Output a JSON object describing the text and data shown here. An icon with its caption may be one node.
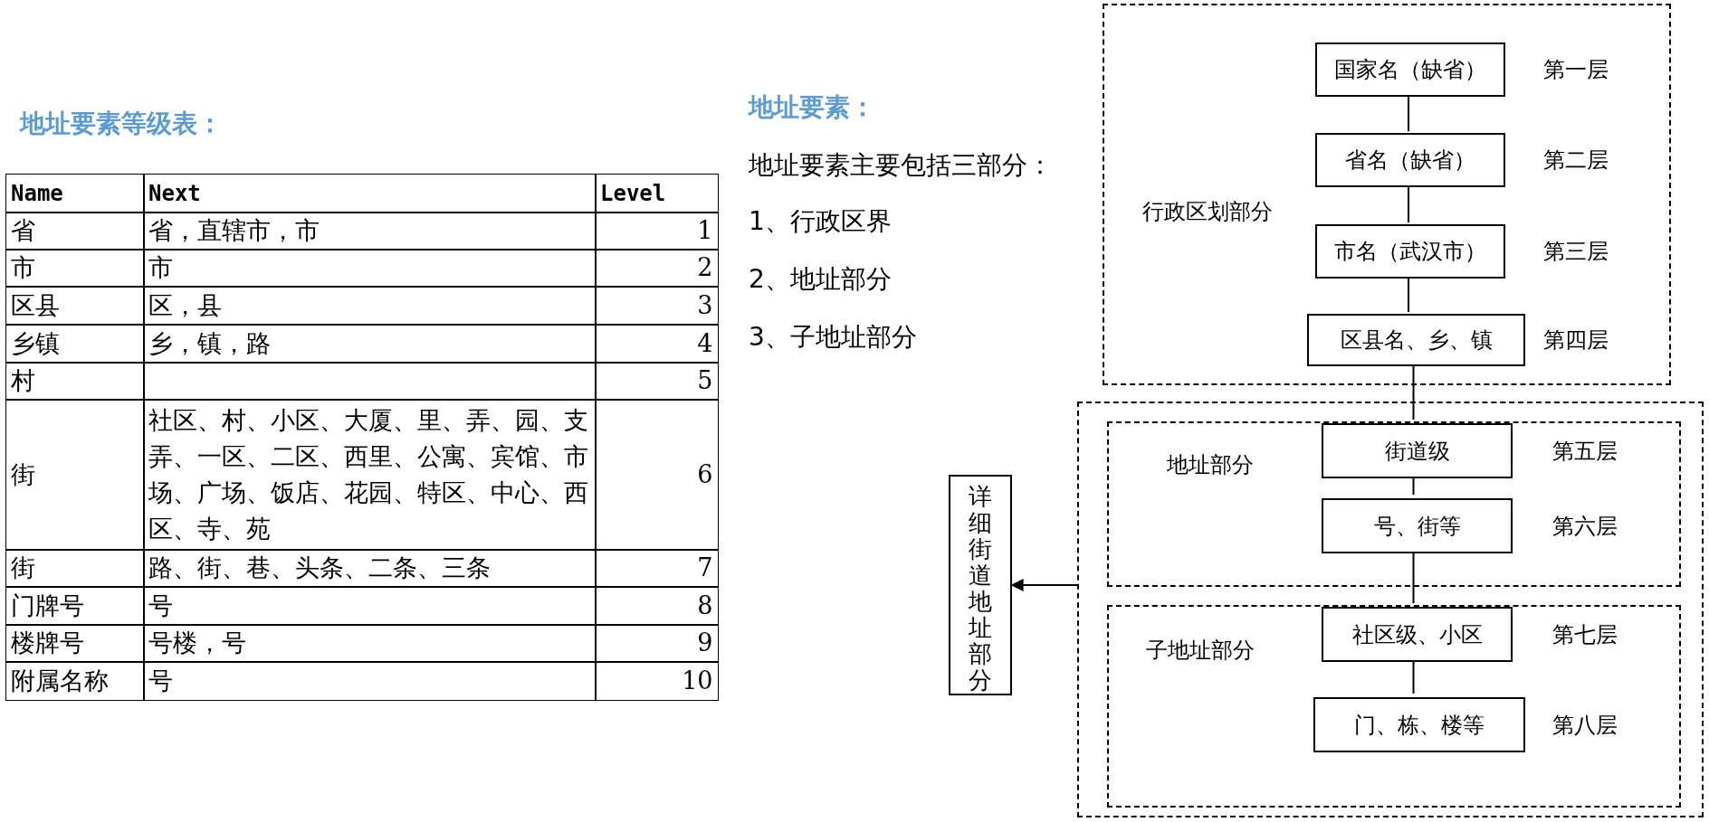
{
  "diagram": {
    "nodes": [
      {
        "text": [
          "行政区划部分"
        ]
      },
      {
        "text": [
          "国家名（缺省）"
        ],
        "in": 0,
        "beside": [
          "第一层"
        ]
      },
      {
        "text": [
          "省名（缺省）"
        ],
        "in": 0,
        "beside": [
          "第二层"
        ]
      },
      {
        "text": [
          "市名（武汉市）"
        ],
        "in": 0,
        "beside": [
          "第三层"
        ]
      },
      {
        "text": [
          "区县名、乡、镇"
        ],
        "in": 0,
        "beside": [
          "第四层"
        ]
      },
      {
        "text": [],
        "shape": "box"
      },
      {
        "text": [
          "地址部分"
        ],
        "in": 5
      },
      {
        "text": [
          "街道级"
        ],
        "in": 6,
        "beside": [
          "第五层"
        ]
      },
      {
        "text": [
          "号、街等"
        ],
        "in": 6,
        "beside": [
          "第六层"
        ]
      },
      {
        "text": [
          "子地址部分"
        ],
        "in": 5
      },
      {
        "text": [
          "社区级、小区"
        ],
        "in": 9,
        "beside": [
          "第七层"
        ]
      },
      {
        "text": [
          "门、栋、楼等"
        ],
        "in": 9,
        "beside": [
          "第八层"
        ]
      },
      {
        "text": [
          "详细街道地址部分"
        ]
      }
    ],
    "edges": [
      {
        "from": 1,
        "to": 2,
        "arrow": "none"
      },
      {
        "from": 2,
        "to": 3,
        "arrow": "none"
      },
      {
        "from": 3,
        "to": 4,
        "arrow": "none"
      },
      {
        "from": 4,
        "to": 7,
        "arrow": "none"
      },
      {
        "from": 7,
        "to": 8,
        "arrow": "none"
      },
      {
        "from": 8,
        "to": 10,
        "arrow": "none"
      },
      {
        "from": 10,
        "to": 11,
        "arrow": "none"
      },
      {
        "from": 5,
        "to": 12,
        "arrow": "to"
      }
    ],
    "labels": [
      "地址要素等级表：",
      "Name",
      "Next",
      "Level",
      "省",
      "省，直辖市，市",
      "1",
      "市",
      "市",
      "2",
      "区县",
      "区，县",
      "3",
      "乡镇",
      "乡，镇，路",
      "4",
      "村",
      "5",
      "街",
      "社区、村、小区、大厦、里、弄、园、支弄、一区、二区、西里、公寓、宾馆、市场、广场、饭店、花园、特区、中心、西区、寺、苑",
      "6",
      "街",
      "路、街、巷、头条、二条、三条",
      "7",
      "门牌号",
      "号",
      "8",
      "楼牌号",
      "号楼，号",
      "9",
      "附属名称",
      "号",
      "10",
      "地址要素：",
      "地址要素主要包括三部分：",
      "1、行政区界",
      "2、地址部分",
      "3、子地址部分"
    ]
  }
}
